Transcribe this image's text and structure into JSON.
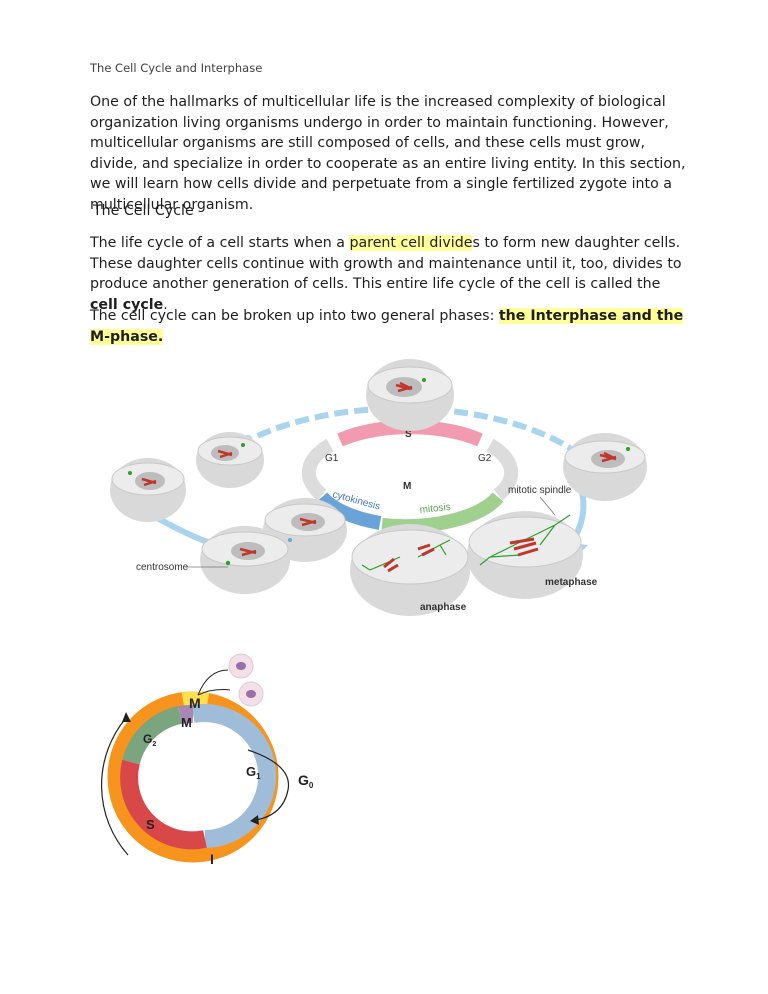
{
  "header": {
    "title": "The Cell Cycle and Interphase"
  },
  "intro": {
    "text": "One of the hallmarks of multicellular life is the increased complexity of biological organization living organisms undergo in order to maintain functioning. However, multicellular organisms are still composed of cells, and these cells must grow, divide, and specialize in order to cooperate as an entire living entity. In this section, we will learn how cells divide and perpetuate from a single fertilized zygote into a multicellular organism."
  },
  "section": {
    "title": "The Cell Cycle"
  },
  "p2": {
    "part1": "The life cycle of a cell starts when a ",
    "highlight": "parent cell divide",
    "part2": "s to form new daughter cells. These daughter cells continue with growth and maintenance until it, too, divides to produce another generation of cells. This entire life cycle of the cell is called the ",
    "bold": "cell cycle",
    "part3": "."
  },
  "p3": {
    "part1": "The cell cycle can be broken up into two general phases: ",
    "bold_highlight": "the Interphase and the M-phase."
  },
  "figure1": {
    "ring_labels": {
      "s": "S",
      "g1": "G1",
      "g2": "G2",
      "m": "M",
      "cytokinesis": "cytokinesis",
      "mitosis": "mitosis"
    },
    "callouts": {
      "centrosome": "centrosome",
      "mitotic_spindle": "mitotic spindle",
      "metaphase": "metaphase",
      "anaphase": "anaphase"
    },
    "colors": {
      "s_arc": "#f29bb0",
      "g_arc": "#dcdcdc",
      "cyto_arc": "#6aa3d8",
      "mitosis_arc": "#9fd08e",
      "arrow": "#a9d4ee",
      "chromosome": "#c0362c",
      "spindle": "#2ca02c"
    }
  },
  "figure2": {
    "labels": {
      "outer_m": "M",
      "inner_m": "M",
      "g2": "G",
      "g2_sub": "2",
      "g1": "G",
      "g1_sub": "1",
      "s": "S",
      "i": "I",
      "g0": "G",
      "g0_sub": "0"
    },
    "colors": {
      "outer": "#f7941d",
      "outer_m": "#fde04d",
      "g1": "#9fbcd8",
      "s": "#d94848",
      "g2": "#7aa57e",
      "inner_m": "#a887b5",
      "cell": "#f2dfe8",
      "nucleus": "#9a6fa6"
    }
  }
}
